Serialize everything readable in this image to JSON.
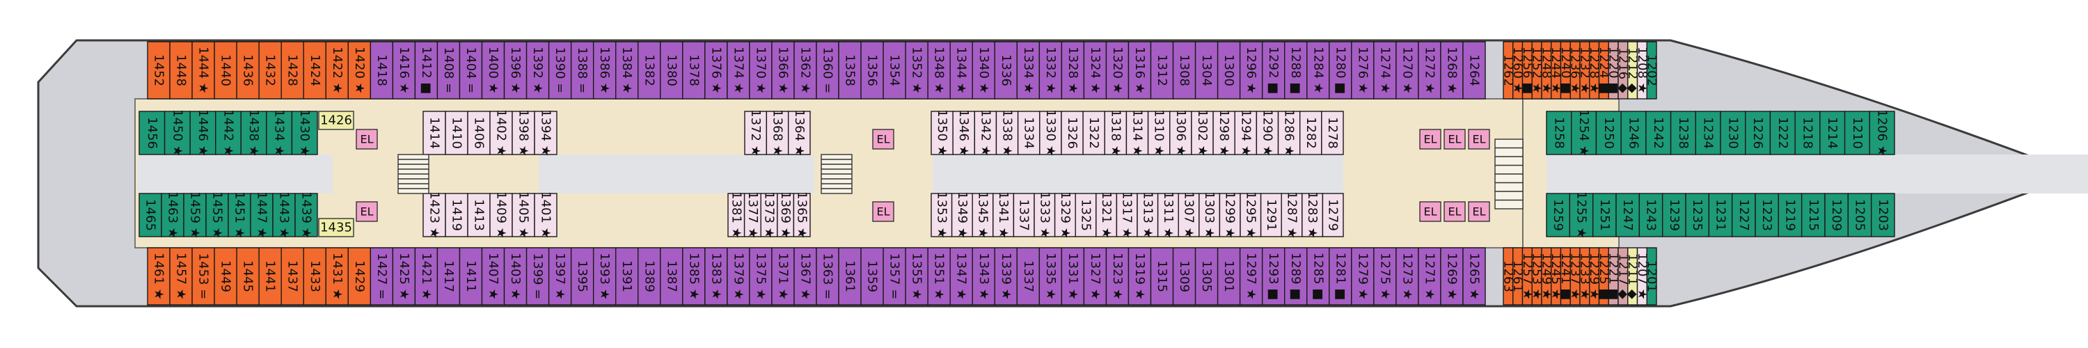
{
  "colors": {
    "hull": "#d0d2d7",
    "hull_stroke": "#3b3b3b",
    "corridor": "#f1e6c9",
    "interior": "#e2e3e6",
    "orange": "#f26a2d",
    "purple": "#a65ec4",
    "green": "#1d9a78",
    "pink_light": "#f4dfec",
    "pink_elevator": "#f2a3cb",
    "yellow": "#eeeeaa",
    "rose": "#d7a1a8"
  },
  "outer_top": [
    {
      "label": "1452",
      "color": "orange"
    },
    {
      "label": "1448",
      "color": "orange"
    },
    {
      "label": "1444 ★",
      "color": "orange"
    },
    {
      "label": "1440",
      "color": "orange"
    },
    {
      "label": "1436",
      "color": "orange"
    },
    {
      "label": "1432",
      "color": "orange"
    },
    {
      "label": "1428",
      "color": "orange"
    },
    {
      "label": "1424",
      "color": "orange"
    },
    {
      "label": "1422 ★",
      "color": "orange"
    },
    {
      "label": "1420 ★",
      "color": "orange"
    },
    {
      "label": "1418",
      "color": "purple"
    },
    {
      "label": "1416 ★",
      "color": "purple"
    },
    {
      "label": "1412 ■",
      "color": "purple"
    },
    {
      "label": "1408 =",
      "color": "purple"
    },
    {
      "label": "1404 =",
      "color": "purple"
    },
    {
      "label": "1400 ★",
      "color": "purple"
    },
    {
      "label": "1396 ★",
      "color": "purple"
    },
    {
      "label": "1392 ★",
      "color": "purple"
    },
    {
      "label": "1390 =",
      "color": "purple"
    },
    {
      "label": "1388 =",
      "color": "purple"
    },
    {
      "label": "1386 ★",
      "color": "purple"
    },
    {
      "label": "1384 ★",
      "color": "purple"
    },
    {
      "label": "1382",
      "color": "purple"
    },
    {
      "label": "1380",
      "color": "purple"
    },
    {
      "label": "1378",
      "color": "purple"
    },
    {
      "label": "1376 ★",
      "color": "purple"
    },
    {
      "label": "1374 ★",
      "color": "purple"
    },
    {
      "label": "1370 ★",
      "color": "purple"
    },
    {
      "label": "1366 ★",
      "color": "purple"
    },
    {
      "label": "1362 ★",
      "color": "purple"
    },
    {
      "label": "1360 =",
      "color": "purple"
    },
    {
      "label": "1358",
      "color": "purple"
    },
    {
      "label": "1356",
      "color": "purple"
    },
    {
      "label": "1354",
      "color": "purple"
    },
    {
      "label": "1352 ★",
      "color": "purple"
    },
    {
      "label": "1348 ★",
      "color": "purple"
    },
    {
      "label": "1344 ★",
      "color": "purple"
    },
    {
      "label": "1340 ★",
      "color": "purple"
    },
    {
      "label": "1336",
      "color": "purple"
    },
    {
      "label": "1334 ★",
      "color": "purple"
    },
    {
      "label": "1332 ★",
      "color": "purple"
    },
    {
      "label": "1328 ★",
      "color": "purple"
    },
    {
      "label": "1324 ★",
      "color": "purple"
    },
    {
      "label": "1320 ★",
      "color": "purple"
    },
    {
      "label": "1316 ★",
      "color": "purple"
    },
    {
      "label": "1312",
      "color": "purple"
    },
    {
      "label": "1308",
      "color": "purple"
    },
    {
      "label": "1304",
      "color": "purple"
    },
    {
      "label": "1300",
      "color": "purple"
    },
    {
      "label": "1296 ★",
      "color": "purple"
    },
    {
      "label": "1292 ■",
      "color": "purple"
    },
    {
      "label": "1288 ■",
      "color": "purple"
    },
    {
      "label": "1284 ★",
      "color": "purple"
    },
    {
      "label": "1280 ■",
      "color": "purple"
    },
    {
      "label": "1276 ★",
      "color": "purple"
    },
    {
      "label": "1274 ★",
      "color": "purple"
    },
    {
      "label": "1270 ★",
      "color": "purple"
    },
    {
      "label": "1272 ★",
      "color": "purple"
    },
    {
      "label": "1268 ★",
      "color": "purple"
    },
    {
      "label": "1264",
      "color": "purple"
    }
  ],
  "outer_top_fore": [
    {
      "label": "1262",
      "color": "orange"
    },
    {
      "label": "1260 ★",
      "color": "orange"
    },
    {
      "label": "1256 ■",
      "color": "orange"
    },
    {
      "label": "1252 ★",
      "color": "orange"
    },
    {
      "label": "1248 ★",
      "color": "orange"
    },
    {
      "label": "1244 ★",
      "color": "orange"
    },
    {
      "label": "1240 ■",
      "color": "orange"
    },
    {
      "label": "1236 ★",
      "color": "orange"
    },
    {
      "label": "1232 ★",
      "color": "orange"
    },
    {
      "label": "1228 ★",
      "color": "orange"
    },
    {
      "label": "1224 ■",
      "color": "orange"
    },
    {
      "label": "1220 ■",
      "color": "rose"
    },
    {
      "label": "1216 ◆",
      "color": "rose"
    },
    {
      "label": "1212 ◆",
      "color": "yellow"
    },
    {
      "label": "1208 ★",
      "color": "pink_light"
    },
    {
      "label": "1202",
      "color": "green"
    }
  ],
  "outer_bottom": [
    {
      "label": "1461 ★",
      "color": "orange"
    },
    {
      "label": "1457 ★",
      "color": "orange"
    },
    {
      "label": "1453 =",
      "color": "orange"
    },
    {
      "label": "1449",
      "color": "orange"
    },
    {
      "label": "1445",
      "color": "orange"
    },
    {
      "label": "1441",
      "color": "orange"
    },
    {
      "label": "1437",
      "color": "orange"
    },
    {
      "label": "1433",
      "color": "orange"
    },
    {
      "label": "1431 ★",
      "color": "orange"
    },
    {
      "label": "1429",
      "color": "orange"
    },
    {
      "label": "1427 =",
      "color": "purple"
    },
    {
      "label": "1425 ★",
      "color": "purple"
    },
    {
      "label": "1421 ★",
      "color": "purple"
    },
    {
      "label": "1417",
      "color": "purple"
    },
    {
      "label": "1411",
      "color": "purple"
    },
    {
      "label": "1407 ★",
      "color": "purple"
    },
    {
      "label": "1403 ★",
      "color": "purple"
    },
    {
      "label": "1399 =",
      "color": "purple"
    },
    {
      "label": "1397 ★",
      "color": "purple"
    },
    {
      "label": "1395",
      "color": "purple"
    },
    {
      "label": "1393 ★",
      "color": "purple"
    },
    {
      "label": "1391",
      "color": "purple"
    },
    {
      "label": "1389",
      "color": "purple"
    },
    {
      "label": "1387",
      "color": "purple"
    },
    {
      "label": "1385 ★",
      "color": "purple"
    },
    {
      "label": "1383 ★",
      "color": "purple"
    },
    {
      "label": "1379 ★",
      "color": "purple"
    },
    {
      "label": "1375 ★",
      "color": "purple"
    },
    {
      "label": "1371 ★",
      "color": "purple"
    },
    {
      "label": "1367 ★",
      "color": "purple"
    },
    {
      "label": "1363 =",
      "color": "purple"
    },
    {
      "label": "1361",
      "color": "purple"
    },
    {
      "label": "1359",
      "color": "purple"
    },
    {
      "label": "1357 =",
      "color": "purple"
    },
    {
      "label": "1355 ★",
      "color": "purple"
    },
    {
      "label": "1351 ★",
      "color": "purple"
    },
    {
      "label": "1347 ★",
      "color": "purple"
    },
    {
      "label": "1343 ★",
      "color": "purple"
    },
    {
      "label": "1339 ★",
      "color": "purple"
    },
    {
      "label": "1337",
      "color": "purple"
    },
    {
      "label": "1335 ★",
      "color": "purple"
    },
    {
      "label": "1331 ★",
      "color": "purple"
    },
    {
      "label": "1327 ★",
      "color": "purple"
    },
    {
      "label": "1323 ★",
      "color": "purple"
    },
    {
      "label": "1319 ★",
      "color": "purple"
    },
    {
      "label": "1315",
      "color": "purple"
    },
    {
      "label": "1309",
      "color": "purple"
    },
    {
      "label": "1305",
      "color": "purple"
    },
    {
      "label": "1301",
      "color": "purple"
    },
    {
      "label": "1297 ★",
      "color": "purple"
    },
    {
      "label": "1293 ■",
      "color": "purple"
    },
    {
      "label": "1289 ■",
      "color": "purple"
    },
    {
      "label": "1285 ■",
      "color": "purple"
    },
    {
      "label": "1281 ■",
      "color": "purple"
    },
    {
      "label": "1279 ★",
      "color": "purple"
    },
    {
      "label": "1275 ★",
      "color": "purple"
    },
    {
      "label": "1273 ★",
      "color": "purple"
    },
    {
      "label": "1271 ★",
      "color": "purple"
    },
    {
      "label": "1269 ★",
      "color": "purple"
    },
    {
      "label": "1265 ★",
      "color": "purple"
    }
  ],
  "outer_bottom_fore": [
    {
      "label": "1263",
      "color": "orange"
    },
    {
      "label": "1261",
      "color": "orange"
    },
    {
      "label": "1257 ★",
      "color": "orange"
    },
    {
      "label": "1253 ★",
      "color": "orange"
    },
    {
      "label": "1249 ★",
      "color": "orange"
    },
    {
      "label": "1245 ★",
      "color": "orange"
    },
    {
      "label": "1241 ■",
      "color": "orange"
    },
    {
      "label": "1237 ★",
      "color": "orange"
    },
    {
      "label": "1233 ★",
      "color": "orange"
    },
    {
      "label": "1229 ★",
      "color": "orange"
    },
    {
      "label": "1225 ■",
      "color": "orange"
    },
    {
      "label": "1221 ■",
      "color": "rose"
    },
    {
      "label": "1217 ◆",
      "color": "rose"
    },
    {
      "label": "1211 ◆",
      "color": "yellow"
    },
    {
      "label": "1207 ★",
      "color": "pink_light"
    },
    {
      "label": "1201",
      "color": "green"
    }
  ],
  "inner_top_aft_green": [
    "1456",
    "1450 ★",
    "1446 ★",
    "1442 ★",
    "1438 ★",
    "1434 ★",
    "1430 ★"
  ],
  "inner_bottom_aft_green": [
    "1465",
    "1463 ★",
    "1459 ★",
    "1455 ★",
    "1451 ★",
    "1447 ★",
    "1443 ★",
    "1439 ★"
  ],
  "inner_top_mid_left": [
    "1414",
    "1410",
    "1406",
    "1402 ★",
    "1398 ★",
    "1394 ★"
  ],
  "inner_bottom_mid_left": [
    "1423 ★",
    "1419",
    "1413",
    "1409 ★",
    "1405 ★",
    "1401 ★"
  ],
  "inner_top_mid_right": [
    "1372 ★",
    "1368 ★",
    "1364 ★"
  ],
  "inner_bottom_mid_right": [
    "1381 ★",
    "1377 ★",
    "1373 ★",
    "1369 ★",
    "1365 ★"
  ],
  "inner_top_fwd": [
    "1350 ★",
    "1346 ★",
    "1342 ★",
    "1338 ★",
    "1334",
    "1330 ★",
    "1326",
    "1322",
    "1318 ★",
    "1314 ★",
    "1310 ★",
    "1306 ★",
    "1302 ★",
    "1298 ★",
    "1294 ★",
    "1290 ★",
    "1286 ★",
    "1282",
    "1278"
  ],
  "inner_bottom_fwd": [
    "1353 ★",
    "1349 ★",
    "1345 ★",
    "1341 ★",
    "1337",
    "1333 ★",
    "1329 ★",
    "1325",
    "1321 ★",
    "1317 ★",
    "1313 ★",
    "1311 ★",
    "1307 ★",
    "1303 ★",
    "1299 ★",
    "1295 ★",
    "1291",
    "1287 ★",
    "1283 ★",
    "1279"
  ],
  "inner_top_fore_green": [
    "1258",
    "1254 ★",
    "1250",
    "1246",
    "1242",
    "1238",
    "1234",
    "1230",
    "1226",
    "1222",
    "1218",
    "1214",
    "1210",
    "1206 ★"
  ],
  "inner_bottom_fore_green": [
    "1259",
    "1255 ★",
    "1251",
    "1247",
    "1243",
    "1239",
    "1235",
    "1231",
    "1227",
    "1223",
    "1219",
    "1215",
    "1209",
    "1205",
    "1203"
  ],
  "yellow_labels": {
    "top": "1426",
    "bottom": "1435"
  },
  "elevator_label": "EL"
}
